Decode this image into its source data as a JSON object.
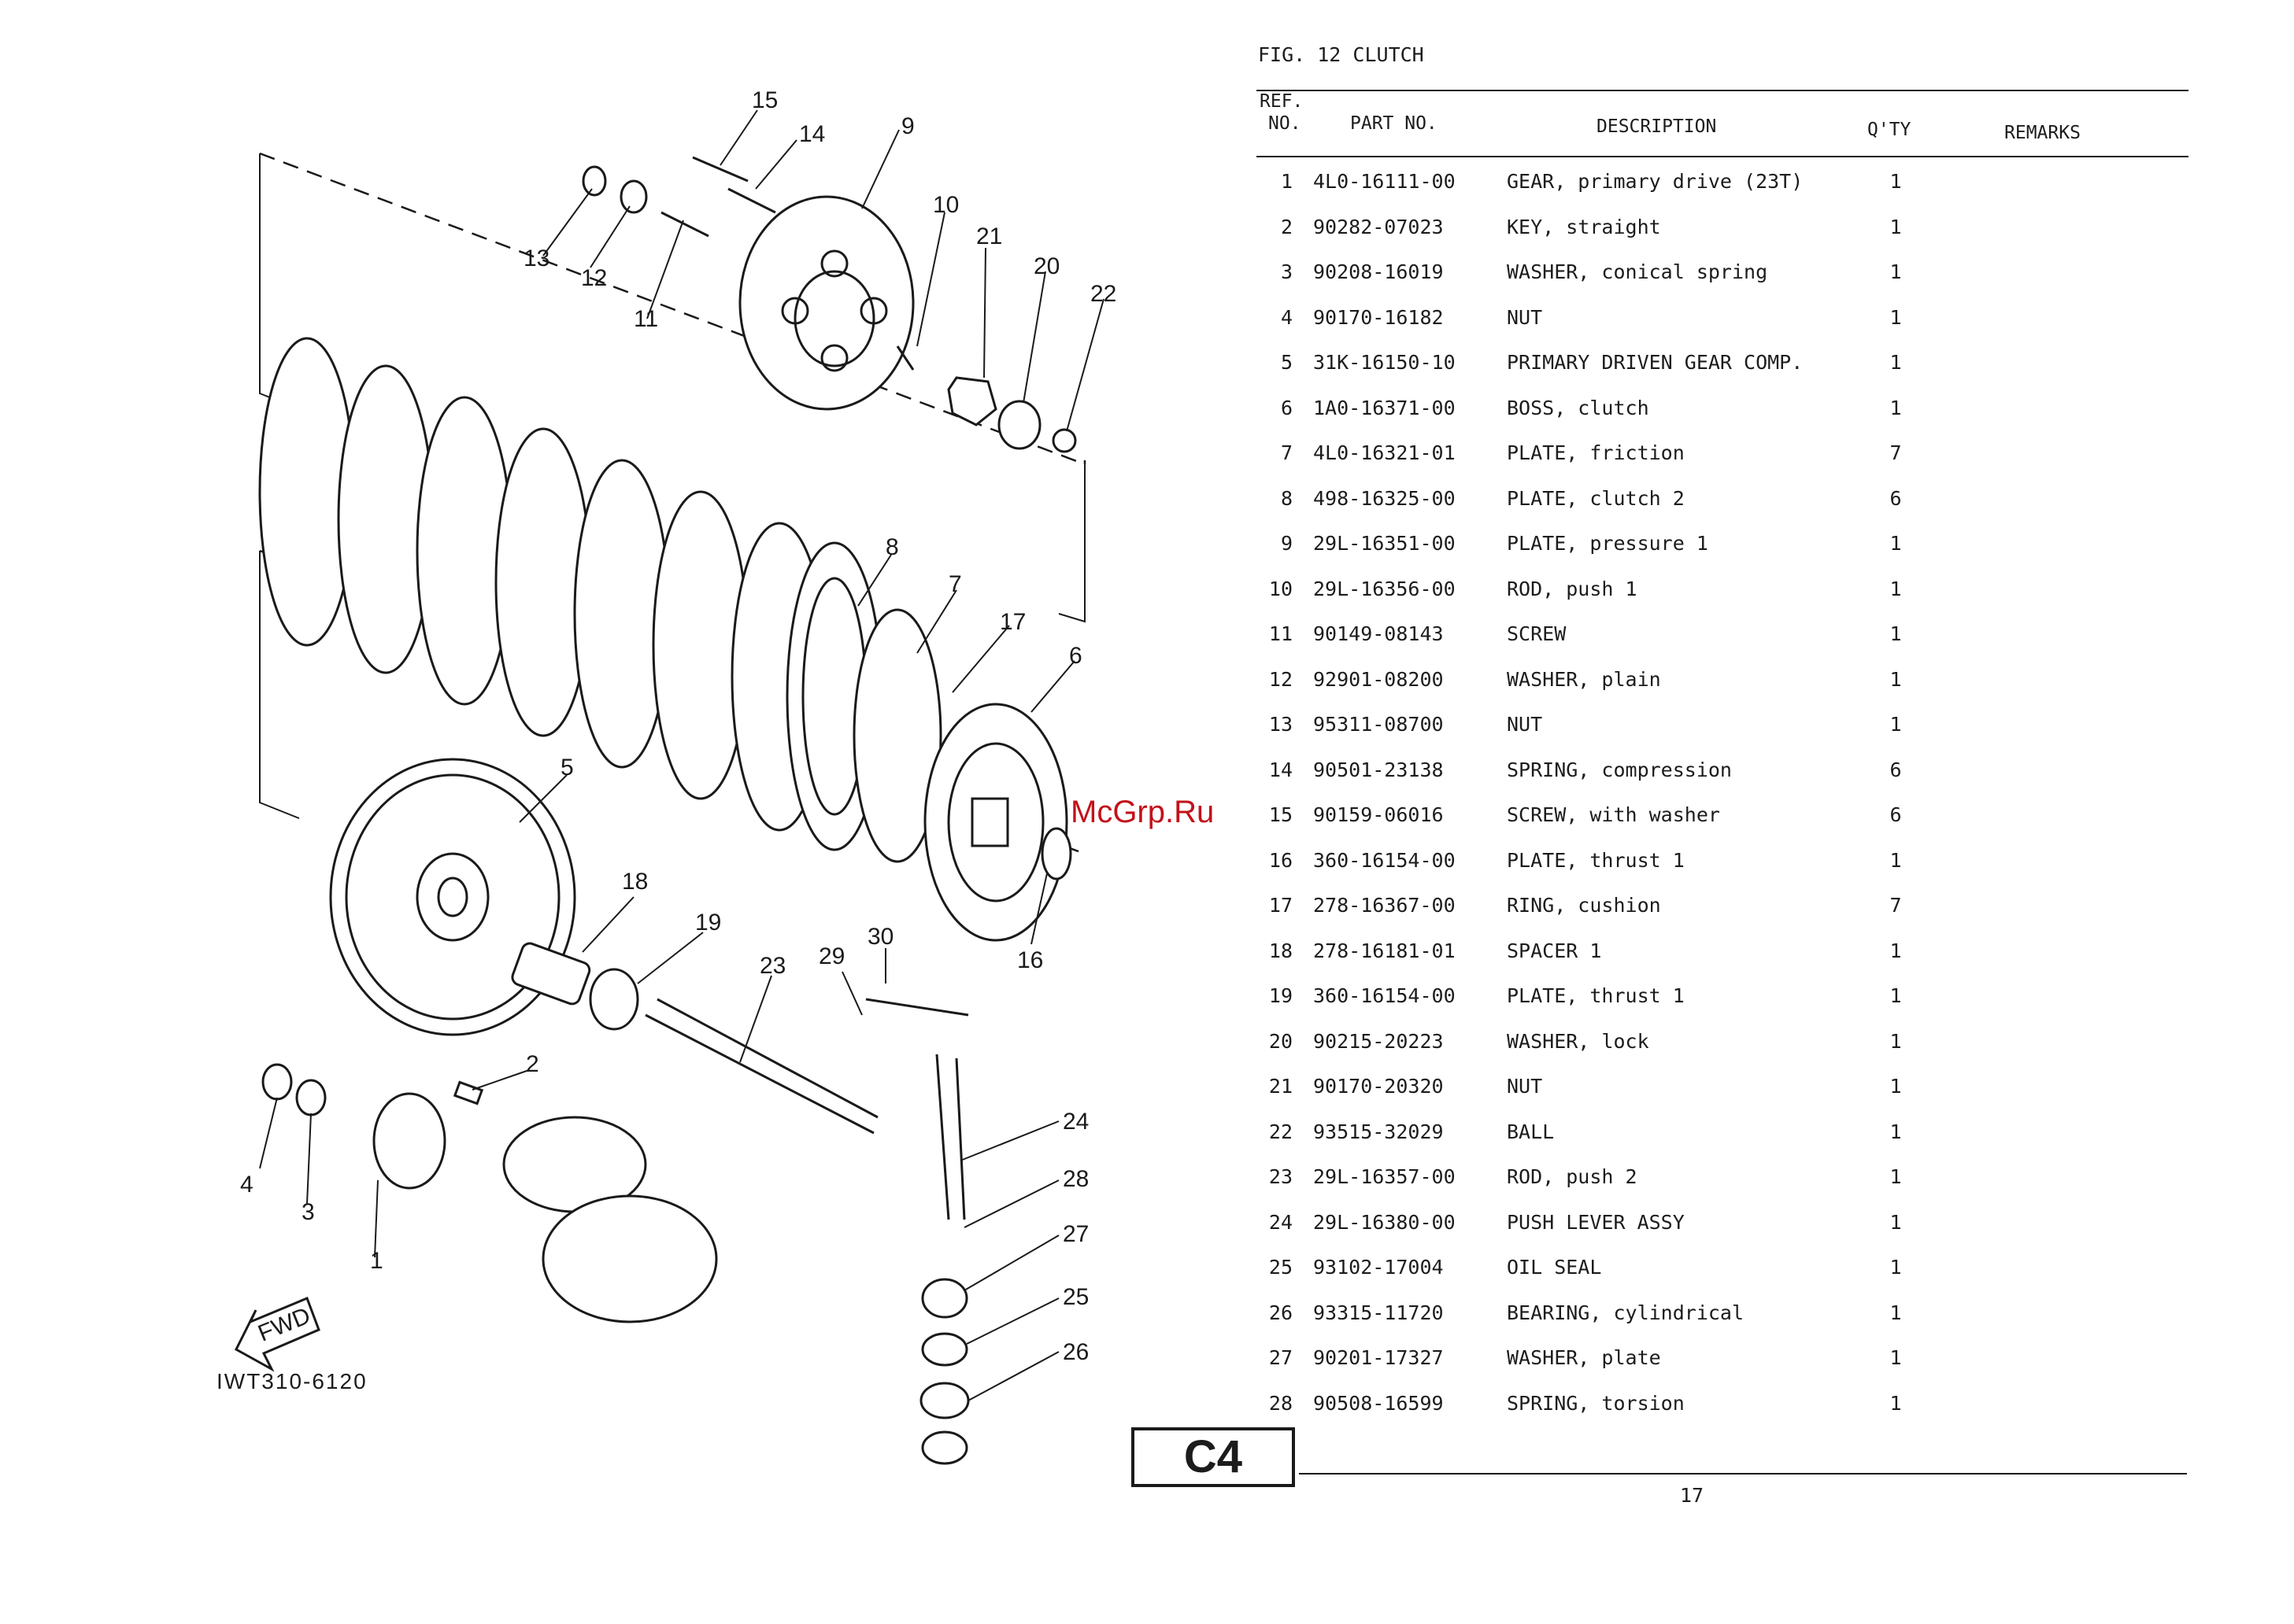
{
  "figure": {
    "title": "FIG. 12  CLUTCH",
    "model_code": "IWT310-6120",
    "fwd_label": "FWD"
  },
  "watermark": "McGrp.Ru",
  "table": {
    "headers": {
      "ref_line1": "REF.",
      "ref_line2": "NO.",
      "part_no": "PART NO.",
      "description": "DESCRIPTION",
      "qty": "Q'TY",
      "remarks": "REMARKS"
    },
    "rows": [
      {
        "ref": "1",
        "part_no": "4L0-16111-00",
        "description": "GEAR, primary drive (23T)",
        "qty": "1"
      },
      {
        "ref": "2",
        "part_no": "90282-07023",
        "description": "KEY, straight",
        "qty": "1"
      },
      {
        "ref": "3",
        "part_no": "90208-16019",
        "description": "WASHER, conical spring",
        "qty": "1"
      },
      {
        "ref": "4",
        "part_no": "90170-16182",
        "description": "NUT",
        "qty": "1"
      },
      {
        "ref": "5",
        "part_no": "31K-16150-10",
        "description": "PRIMARY DRIVEN GEAR COMP.",
        "qty": "1"
      },
      {
        "ref": "6",
        "part_no": "1A0-16371-00",
        "description": "BOSS, clutch",
        "qty": "1"
      },
      {
        "ref": "7",
        "part_no": "4L0-16321-01",
        "description": "PLATE, friction",
        "qty": "7"
      },
      {
        "ref": "8",
        "part_no": "498-16325-00",
        "description": "PLATE, clutch 2",
        "qty": "6"
      },
      {
        "ref": "9",
        "part_no": "29L-16351-00",
        "description": "PLATE, pressure 1",
        "qty": "1"
      },
      {
        "ref": "10",
        "part_no": "29L-16356-00",
        "description": "ROD, push 1",
        "qty": "1"
      },
      {
        "ref": "11",
        "part_no": "90149-08143",
        "description": "SCREW",
        "qty": "1"
      },
      {
        "ref": "12",
        "part_no": "92901-08200",
        "description": "WASHER, plain",
        "qty": "1"
      },
      {
        "ref": "13",
        "part_no": "95311-08700",
        "description": "NUT",
        "qty": "1"
      },
      {
        "ref": "14",
        "part_no": "90501-23138",
        "description": "SPRING, compression",
        "qty": "6"
      },
      {
        "ref": "15",
        "part_no": "90159-06016",
        "description": "SCREW, with washer",
        "qty": "6"
      },
      {
        "ref": "16",
        "part_no": "360-16154-00",
        "description": "PLATE, thrust 1",
        "qty": "1"
      },
      {
        "ref": "17",
        "part_no": "278-16367-00",
        "description": "RING, cushion",
        "qty": "7"
      },
      {
        "ref": "18",
        "part_no": "278-16181-01",
        "description": "SPACER 1",
        "qty": "1"
      },
      {
        "ref": "19",
        "part_no": "360-16154-00",
        "description": "PLATE, thrust 1",
        "qty": "1"
      },
      {
        "ref": "20",
        "part_no": "90215-20223",
        "description": "WASHER, lock",
        "qty": "1"
      },
      {
        "ref": "21",
        "part_no": "90170-20320",
        "description": "NUT",
        "qty": "1"
      },
      {
        "ref": "22",
        "part_no": "93515-32029",
        "description": "BALL",
        "qty": "1"
      },
      {
        "ref": "23",
        "part_no": "29L-16357-00",
        "description": "ROD, push 2",
        "qty": "1"
      },
      {
        "ref": "24",
        "part_no": "29L-16380-00",
        "description": "PUSH LEVER ASSY",
        "qty": "1"
      },
      {
        "ref": "25",
        "part_no": "93102-17004",
        "description": "OIL SEAL",
        "qty": "1"
      },
      {
        "ref": "26",
        "part_no": "93315-11720",
        "description": "BEARING, cylindrical",
        "qty": "1"
      },
      {
        "ref": "27",
        "part_no": "90201-17327",
        "description": "WASHER, plate",
        "qty": "1"
      },
      {
        "ref": "28",
        "part_no": "90508-16599",
        "description": "SPRING, torsion",
        "qty": "1"
      }
    ]
  },
  "sheet_code": "C4",
  "page_number": "17",
  "callouts": {
    "c1": "1",
    "c2": "2",
    "c3": "3",
    "c4": "4",
    "c5": "5",
    "c6": "6",
    "c7": "7",
    "c8": "8",
    "c9": "9",
    "c10": "10",
    "c11": "11",
    "c12": "12",
    "c13": "13",
    "c14": "14",
    "c15": "15",
    "c16": "16",
    "c17": "17",
    "c18": "18",
    "c19": "19",
    "c20": "20",
    "c21": "21",
    "c22": "22",
    "c23": "23",
    "c24": "24",
    "c25": "25",
    "c26": "26",
    "c27": "27",
    "c28": "28",
    "c29": "29",
    "c30": "30"
  }
}
